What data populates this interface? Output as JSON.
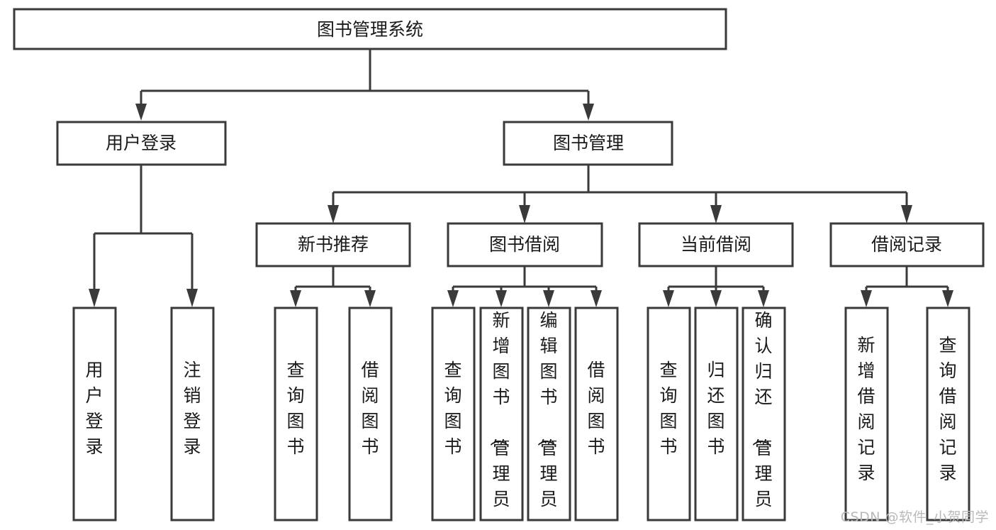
{
  "diagram": {
    "type": "tree-hierarchy",
    "orientation": "top-down",
    "title": "图书管理系统",
    "colors": {
      "stroke": "#3a3a3a",
      "fill": "#ffffff",
      "text": "#1a1a1a",
      "background": "#ffffff",
      "watermark": "#b9b9b9"
    },
    "root": {
      "label": "图书管理系统"
    },
    "level2": [
      {
        "label": "用户登录"
      },
      {
        "label": "图书管理"
      }
    ],
    "level3": [
      {
        "label": "新书推荐"
      },
      {
        "label": "图书借阅"
      },
      {
        "label": "当前借阅"
      },
      {
        "label": "借阅记录"
      }
    ],
    "leaves": {
      "user_login": [
        {
          "label": "用户登录"
        },
        {
          "label": "注销登录"
        }
      ],
      "new_book_recommend": [
        {
          "label": "查询图书"
        },
        {
          "label": "借阅图书"
        }
      ],
      "book_borrow": [
        {
          "label": "查询图书"
        },
        {
          "label": "新增图书（管理员）"
        },
        {
          "label": "编辑图书（管理员）"
        },
        {
          "label": "借阅图书"
        }
      ],
      "current_borrow": [
        {
          "label": "查询图书"
        },
        {
          "label": "归还图书"
        },
        {
          "label": "确认归还（管理员）"
        }
      ],
      "borrow_record": [
        {
          "label": "新增借阅记录"
        },
        {
          "label": "查询借阅记录"
        }
      ]
    }
  },
  "watermark": {
    "text": "CSDN @软件_小贺同学"
  }
}
